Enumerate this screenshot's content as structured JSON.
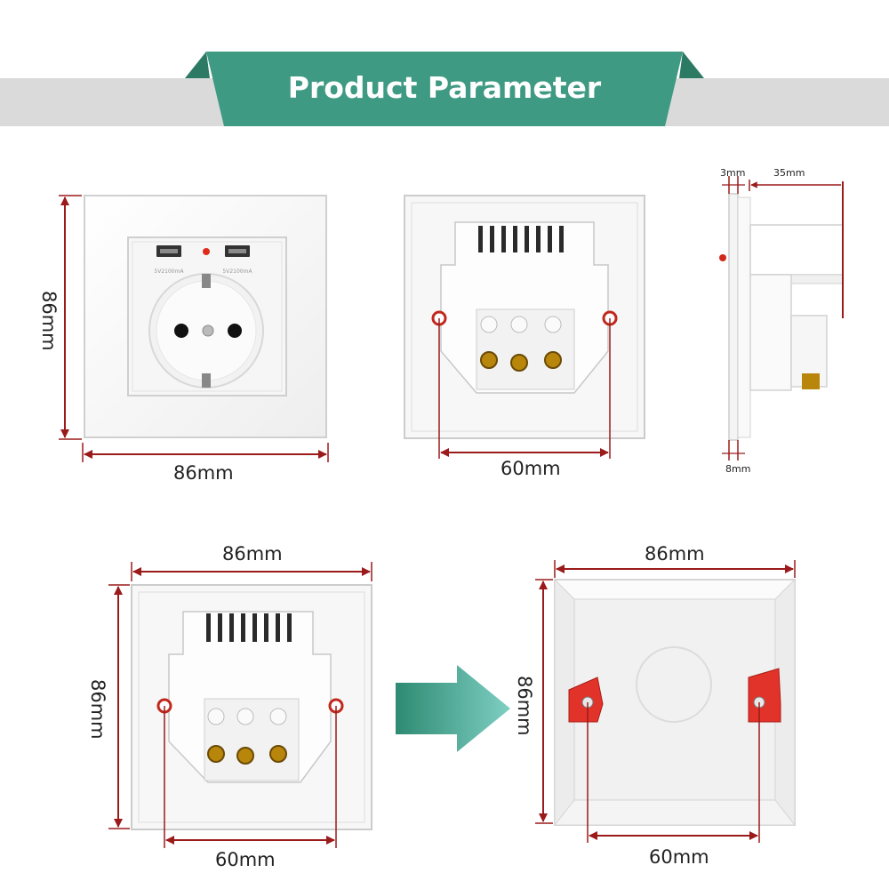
{
  "header": {
    "title": "Product Parameter"
  },
  "colors": {
    "banner": "#3e9a82",
    "banner_dark": "#2c7a64",
    "band": "#dadada",
    "dimension_line": "#9b1a1a"
  },
  "views": {
    "front": {
      "width_label": "86mm",
      "height_label": "86mm",
      "left_usb_marking": "5V2100mA",
      "right_usb_marking": "5V2100mA"
    },
    "back": {
      "hole_spacing_label": "60mm"
    },
    "side": {
      "front_thickness_label": "3mm",
      "depth_label": "35mm",
      "base_label": "8mm"
    },
    "back_installed": {
      "width_label": "86mm",
      "height_label": "86mm",
      "hole_spacing_label": "60mm"
    },
    "mounting_box": {
      "width_label": "86mm",
      "height_label": "86mm",
      "hole_spacing_label": "60mm"
    }
  },
  "icons": {
    "arrow": "arrow-right-icon"
  }
}
